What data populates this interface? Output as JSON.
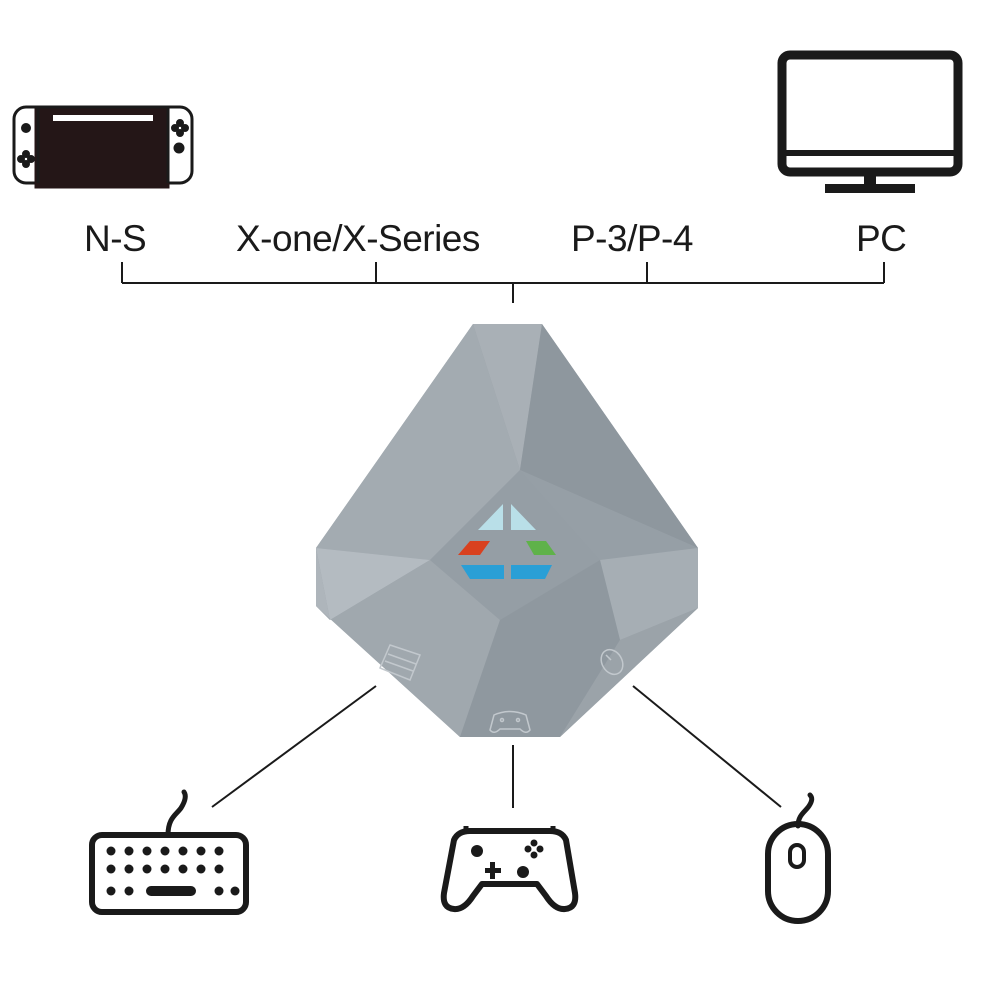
{
  "platforms": [
    {
      "label": "N-S",
      "icon": "handheld-console-icon"
    },
    {
      "label": "X-one/X-Series",
      "icon": null
    },
    {
      "label": "P-3/P-4",
      "icon": null
    },
    {
      "label": "PC",
      "icon": "monitor-icon"
    }
  ],
  "peripherals": [
    {
      "icon": "keyboard-icon"
    },
    {
      "icon": "gamepad-icon"
    },
    {
      "icon": "mouse-icon"
    }
  ],
  "colors": {
    "line": "#1a1a1a",
    "device_base": "#9aa2a9",
    "led_top": "#b9dfe8",
    "led_left": "#d9411f",
    "led_right": "#5fb24a",
    "led_bottom": "#2a9fd6"
  }
}
